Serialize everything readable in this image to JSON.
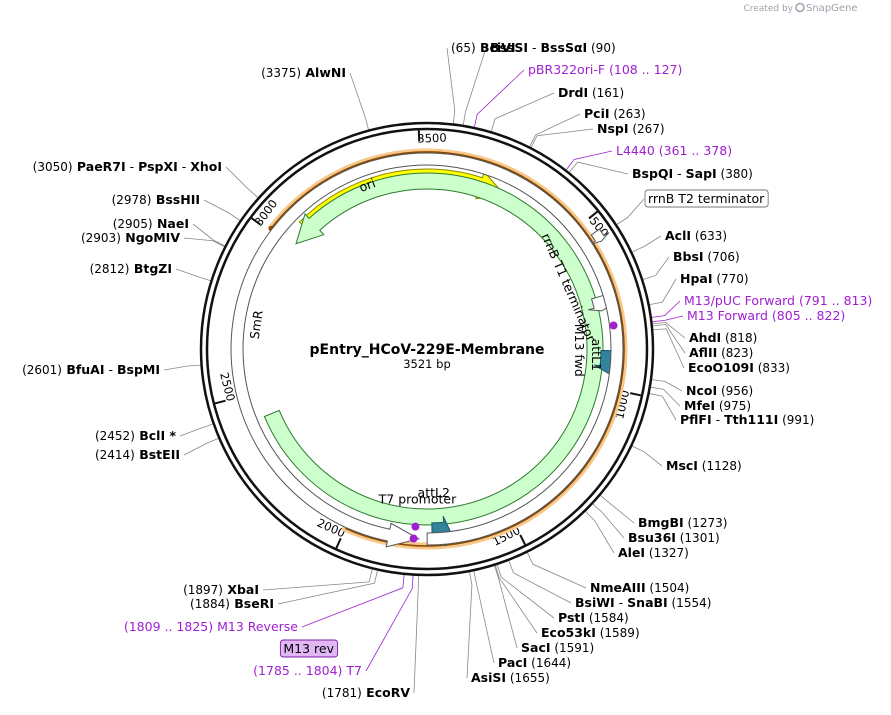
{
  "credit": {
    "text": "Created by",
    "brand": "SnapGene"
  },
  "plasmid": {
    "name": "pEntry_HCoV-229E-Membrane",
    "size_label": "3521 bp",
    "length": 3521
  },
  "ticks": [
    {
      "label": "500",
      "pos": 500
    },
    {
      "label": "1000",
      "pos": 1000
    },
    {
      "label": "1500",
      "pos": 1500
    },
    {
      "label": "2000",
      "pos": 2000
    },
    {
      "label": "2500",
      "pos": 2500
    },
    {
      "label": "3000",
      "pos": 3000
    },
    {
      "label": "3500",
      "pos": 3500
    }
  ],
  "features": [
    {
      "name": "ori",
      "color": "#ffff00",
      "stroke": "#8a8a00",
      "start": 3080,
      "end": 265,
      "direction": "cw"
    },
    {
      "name": "SmR",
      "color": "#ccffcc",
      "stroke": "#2f7a2f",
      "start": 2420,
      "end": 3020,
      "direction": "ccw"
    },
    {
      "name": "attL2",
      "color": "#31849b",
      "stroke": "#1a5566",
      "start": 1745,
      "end": 1690,
      "direction": "ccw"
    },
    {
      "name": "attL1",
      "color": "#31849b",
      "stroke": "#1a5566",
      "start": 885,
      "end": 955,
      "direction": "cw"
    },
    {
      "name": "rrnB T1 terminator",
      "color": "#ffffff",
      "stroke": "#555555",
      "start": 715,
      "end": 760,
      "direction": "cw"
    },
    {
      "name": "rrnB T2 terminator",
      "color": "#ffffff",
      "stroke": "#555555",
      "start": 540,
      "end": 570,
      "direction": "cw"
    },
    {
      "name": "T7 promoter",
      "color": "#ffffff",
      "stroke": "#555555",
      "start": 1760,
      "end": 1785,
      "direction": "ccw"
    }
  ],
  "orange_arcs": [
    {
      "start": 1000,
      "end": 1645,
      "direction": "cw"
    },
    {
      "start": 2000,
      "end": 3010,
      "direction": "ccw"
    }
  ],
  "inner_labels": {
    "rrnB T1 terminator": "rrnB T1 terminator",
    "M13 fwd": "M13 fwd",
    "attL1": "attL1",
    "T7 promoter": "T7 promoter",
    "attL2": "attL2",
    "ori": "ori",
    "SmR": "SmR"
  },
  "sites": [
    {
      "parts": [
        {
          "t": "(65)",
          "s": "pos"
        },
        {
          "t": "BciVI",
          "s": "enz"
        }
      ],
      "pos": 65
    },
    {
      "parts": [
        {
          "t": "BssSI",
          "s": "enz"
        },
        {
          "t": " - ",
          "s": ""
        },
        {
          "t": "BssSαI",
          "s": "enz"
        },
        {
          "t": "(90)",
          "s": "pos"
        }
      ],
      "pos": 90
    },
    {
      "parts": [
        {
          "t": "pBR322ori-F",
          "s": "prim"
        },
        {
          "t": "(108 .. 127)",
          "s": "prim"
        }
      ],
      "pos": 118,
      "primer": true
    },
    {
      "parts": [
        {
          "t": "DrdI",
          "s": "enz"
        },
        {
          "t": "(161)",
          "s": "pos"
        }
      ],
      "pos": 161
    },
    {
      "parts": [
        {
          "t": "PciI",
          "s": "enz"
        },
        {
          "t": "(263)",
          "s": "pos"
        }
      ],
      "pos": 263
    },
    {
      "parts": [
        {
          "t": "NspI",
          "s": "enz"
        },
        {
          "t": "(267)",
          "s": "pos"
        }
      ],
      "pos": 267
    },
    {
      "parts": [
        {
          "t": "L4440",
          "s": "prim"
        },
        {
          "t": "(361 .. 378)",
          "s": "prim"
        }
      ],
      "pos": 370,
      "primer": true
    },
    {
      "parts": [
        {
          "t": "BspQI",
          "s": "enz"
        },
        {
          "t": " - ",
          "s": ""
        },
        {
          "t": "SapI",
          "s": "enz"
        },
        {
          "t": "(380)",
          "s": "pos"
        }
      ],
      "pos": 380
    },
    {
      "parts": [
        {
          "t": "rrnB T2 terminator",
          "s": "box"
        }
      ],
      "pos": 555,
      "boxed": true
    },
    {
      "parts": [
        {
          "t": "AclI",
          "s": "enz"
        },
        {
          "t": "(633)",
          "s": "pos"
        }
      ],
      "pos": 633
    },
    {
      "parts": [
        {
          "t": "BbsI",
          "s": "enz"
        },
        {
          "t": "(706)",
          "s": "pos"
        }
      ],
      "pos": 706
    },
    {
      "parts": [
        {
          "t": "HpaI",
          "s": "enz"
        },
        {
          "t": "(770)",
          "s": "pos"
        }
      ],
      "pos": 770
    },
    {
      "parts": [
        {
          "t": "M13/pUC Forward",
          "s": "prim"
        },
        {
          "t": "(791 .. 813)",
          "s": "prim"
        }
      ],
      "pos": 802,
      "primer": true
    },
    {
      "parts": [
        {
          "t": "M13 Forward",
          "s": "prim"
        },
        {
          "t": "(805 .. 822)",
          "s": "prim"
        }
      ],
      "pos": 813,
      "primer": true
    },
    {
      "parts": [
        {
          "t": "AhdI",
          "s": "enz"
        },
        {
          "t": "(818)",
          "s": "pos"
        }
      ],
      "pos": 818
    },
    {
      "parts": [
        {
          "t": "AflII",
          "s": "enz"
        },
        {
          "t": "(823)",
          "s": "pos"
        }
      ],
      "pos": 823
    },
    {
      "parts": [
        {
          "t": "EcoO109I",
          "s": "enz"
        },
        {
          "t": "(833)",
          "s": "pos"
        }
      ],
      "pos": 833
    },
    {
      "parts": [
        {
          "t": "NcoI",
          "s": "enz"
        },
        {
          "t": "(956)",
          "s": "pos"
        }
      ],
      "pos": 956
    },
    {
      "parts": [
        {
          "t": "MfeI",
          "s": "enz"
        },
        {
          "t": "(975)",
          "s": "pos"
        }
      ],
      "pos": 975
    },
    {
      "parts": [
        {
          "t": "PflFI",
          "s": "enz"
        },
        {
          "t": " - ",
          "s": ""
        },
        {
          "t": "Tth111I",
          "s": "enz"
        },
        {
          "t": "(991)",
          "s": "pos"
        }
      ],
      "pos": 991
    },
    {
      "parts": [
        {
          "t": "MscI",
          "s": "enz"
        },
        {
          "t": "(1128)",
          "s": "pos"
        }
      ],
      "pos": 1128
    },
    {
      "parts": [
        {
          "t": "BmgBI",
          "s": "enz"
        },
        {
          "t": "(1273)",
          "s": "pos"
        }
      ],
      "pos": 1273
    },
    {
      "parts": [
        {
          "t": "Bsu36I",
          "s": "enz"
        },
        {
          "t": "(1301)",
          "s": "pos"
        }
      ],
      "pos": 1301
    },
    {
      "parts": [
        {
          "t": "AleI",
          "s": "enz"
        },
        {
          "t": "(1327)",
          "s": "pos"
        }
      ],
      "pos": 1327
    },
    {
      "parts": [
        {
          "t": "NmeAIII",
          "s": "enz"
        },
        {
          "t": "(1504)",
          "s": "pos"
        }
      ],
      "pos": 1504
    },
    {
      "parts": [
        {
          "t": "BsiWI",
          "s": "enz"
        },
        {
          "t": " - ",
          "s": ""
        },
        {
          "t": "SnaBI",
          "s": "enz"
        },
        {
          "t": "(1554)",
          "s": "pos"
        }
      ],
      "pos": 1554
    },
    {
      "parts": [
        {
          "t": "PstI",
          "s": "enz"
        },
        {
          "t": "(1584)",
          "s": "pos"
        }
      ],
      "pos": 1584
    },
    {
      "parts": [
        {
          "t": "Eco53kI",
          "s": "enz"
        },
        {
          "t": "(1589)",
          "s": "pos"
        }
      ],
      "pos": 1589
    },
    {
      "parts": [
        {
          "t": "SacI",
          "s": "enz"
        },
        {
          "t": "(1591)",
          "s": "pos"
        }
      ],
      "pos": 1591
    },
    {
      "parts": [
        {
          "t": "PacI",
          "s": "enz"
        },
        {
          "t": "(1644)",
          "s": "pos"
        }
      ],
      "pos": 1644
    },
    {
      "parts": [
        {
          "t": "AsiSI",
          "s": "enz"
        },
        {
          "t": "(1655)",
          "s": "pos"
        }
      ],
      "pos": 1655
    },
    {
      "parts": [
        {
          "t": "(1781)",
          "s": "pos"
        },
        {
          "t": "EcoRV",
          "s": "enz"
        }
      ],
      "pos": 1781
    },
    {
      "parts": [
        {
          "t": "(1785 .. 1804)",
          "s": "prim"
        },
        {
          "t": "T7",
          "s": "prim"
        }
      ],
      "pos": 1795,
      "primer": true
    },
    {
      "parts": [
        {
          "t": "M13 rev",
          "s": "box"
        }
      ],
      "pos": 1800,
      "highlight": true
    },
    {
      "parts": [
        {
          "t": "(1809 .. 1825)",
          "s": "prim"
        },
        {
          "t": "M13 Reverse",
          "s": "prim"
        }
      ],
      "pos": 1817,
      "primer": true
    },
    {
      "parts": [
        {
          "t": "(1884)",
          "s": "pos"
        },
        {
          "t": "BseRI",
          "s": "enz"
        }
      ],
      "pos": 1884
    },
    {
      "parts": [
        {
          "t": "(1897)",
          "s": "pos"
        },
        {
          "t": "XbaI",
          "s": "enz"
        }
      ],
      "pos": 1897
    },
    {
      "parts": [
        {
          "t": "(2414)",
          "s": "pos"
        },
        {
          "t": "BstEII",
          "s": "enz"
        }
      ],
      "pos": 2414
    },
    {
      "parts": [
        {
          "t": "(2452)",
          "s": "pos"
        },
        {
          "t": "BclI *",
          "s": "enz"
        }
      ],
      "pos": 2452
    },
    {
      "parts": [
        {
          "t": "(2601)",
          "s": "pos"
        },
        {
          "t": "BfuAI",
          "s": "enz"
        },
        {
          "t": " - ",
          "s": ""
        },
        {
          "t": "BspMI",
          "s": "enz"
        }
      ],
      "pos": 2601
    },
    {
      "parts": [
        {
          "t": "(2812)",
          "s": "pos"
        },
        {
          "t": "BtgZI",
          "s": "enz"
        }
      ],
      "pos": 2812
    },
    {
      "parts": [
        {
          "t": "(2903)",
          "s": "pos"
        },
        {
          "t": "NgoMIV",
          "s": "enz"
        }
      ],
      "pos": 2903
    },
    {
      "parts": [
        {
          "t": "(2905)",
          "s": "pos"
        },
        {
          "t": "NaeI",
          "s": "enz"
        }
      ],
      "pos": 2905
    },
    {
      "parts": [
        {
          "t": "(2978)",
          "s": "pos"
        },
        {
          "t": "BssHII",
          "s": "enz"
        }
      ],
      "pos": 2978
    },
    {
      "parts": [
        {
          "t": "(3050)",
          "s": "pos"
        },
        {
          "t": "PaeR7I",
          "s": "enz"
        },
        {
          "t": " - ",
          "s": ""
        },
        {
          "t": "PspXI",
          "s": "enz"
        },
        {
          "t": " - ",
          "s": ""
        },
        {
          "t": "XhoI",
          "s": "enz"
        }
      ],
      "pos": 3050
    },
    {
      "parts": [
        {
          "t": "(3375)",
          "s": "pos"
        },
        {
          "t": "AlwNI",
          "s": "enz"
        }
      ],
      "pos": 3375
    }
  ]
}
